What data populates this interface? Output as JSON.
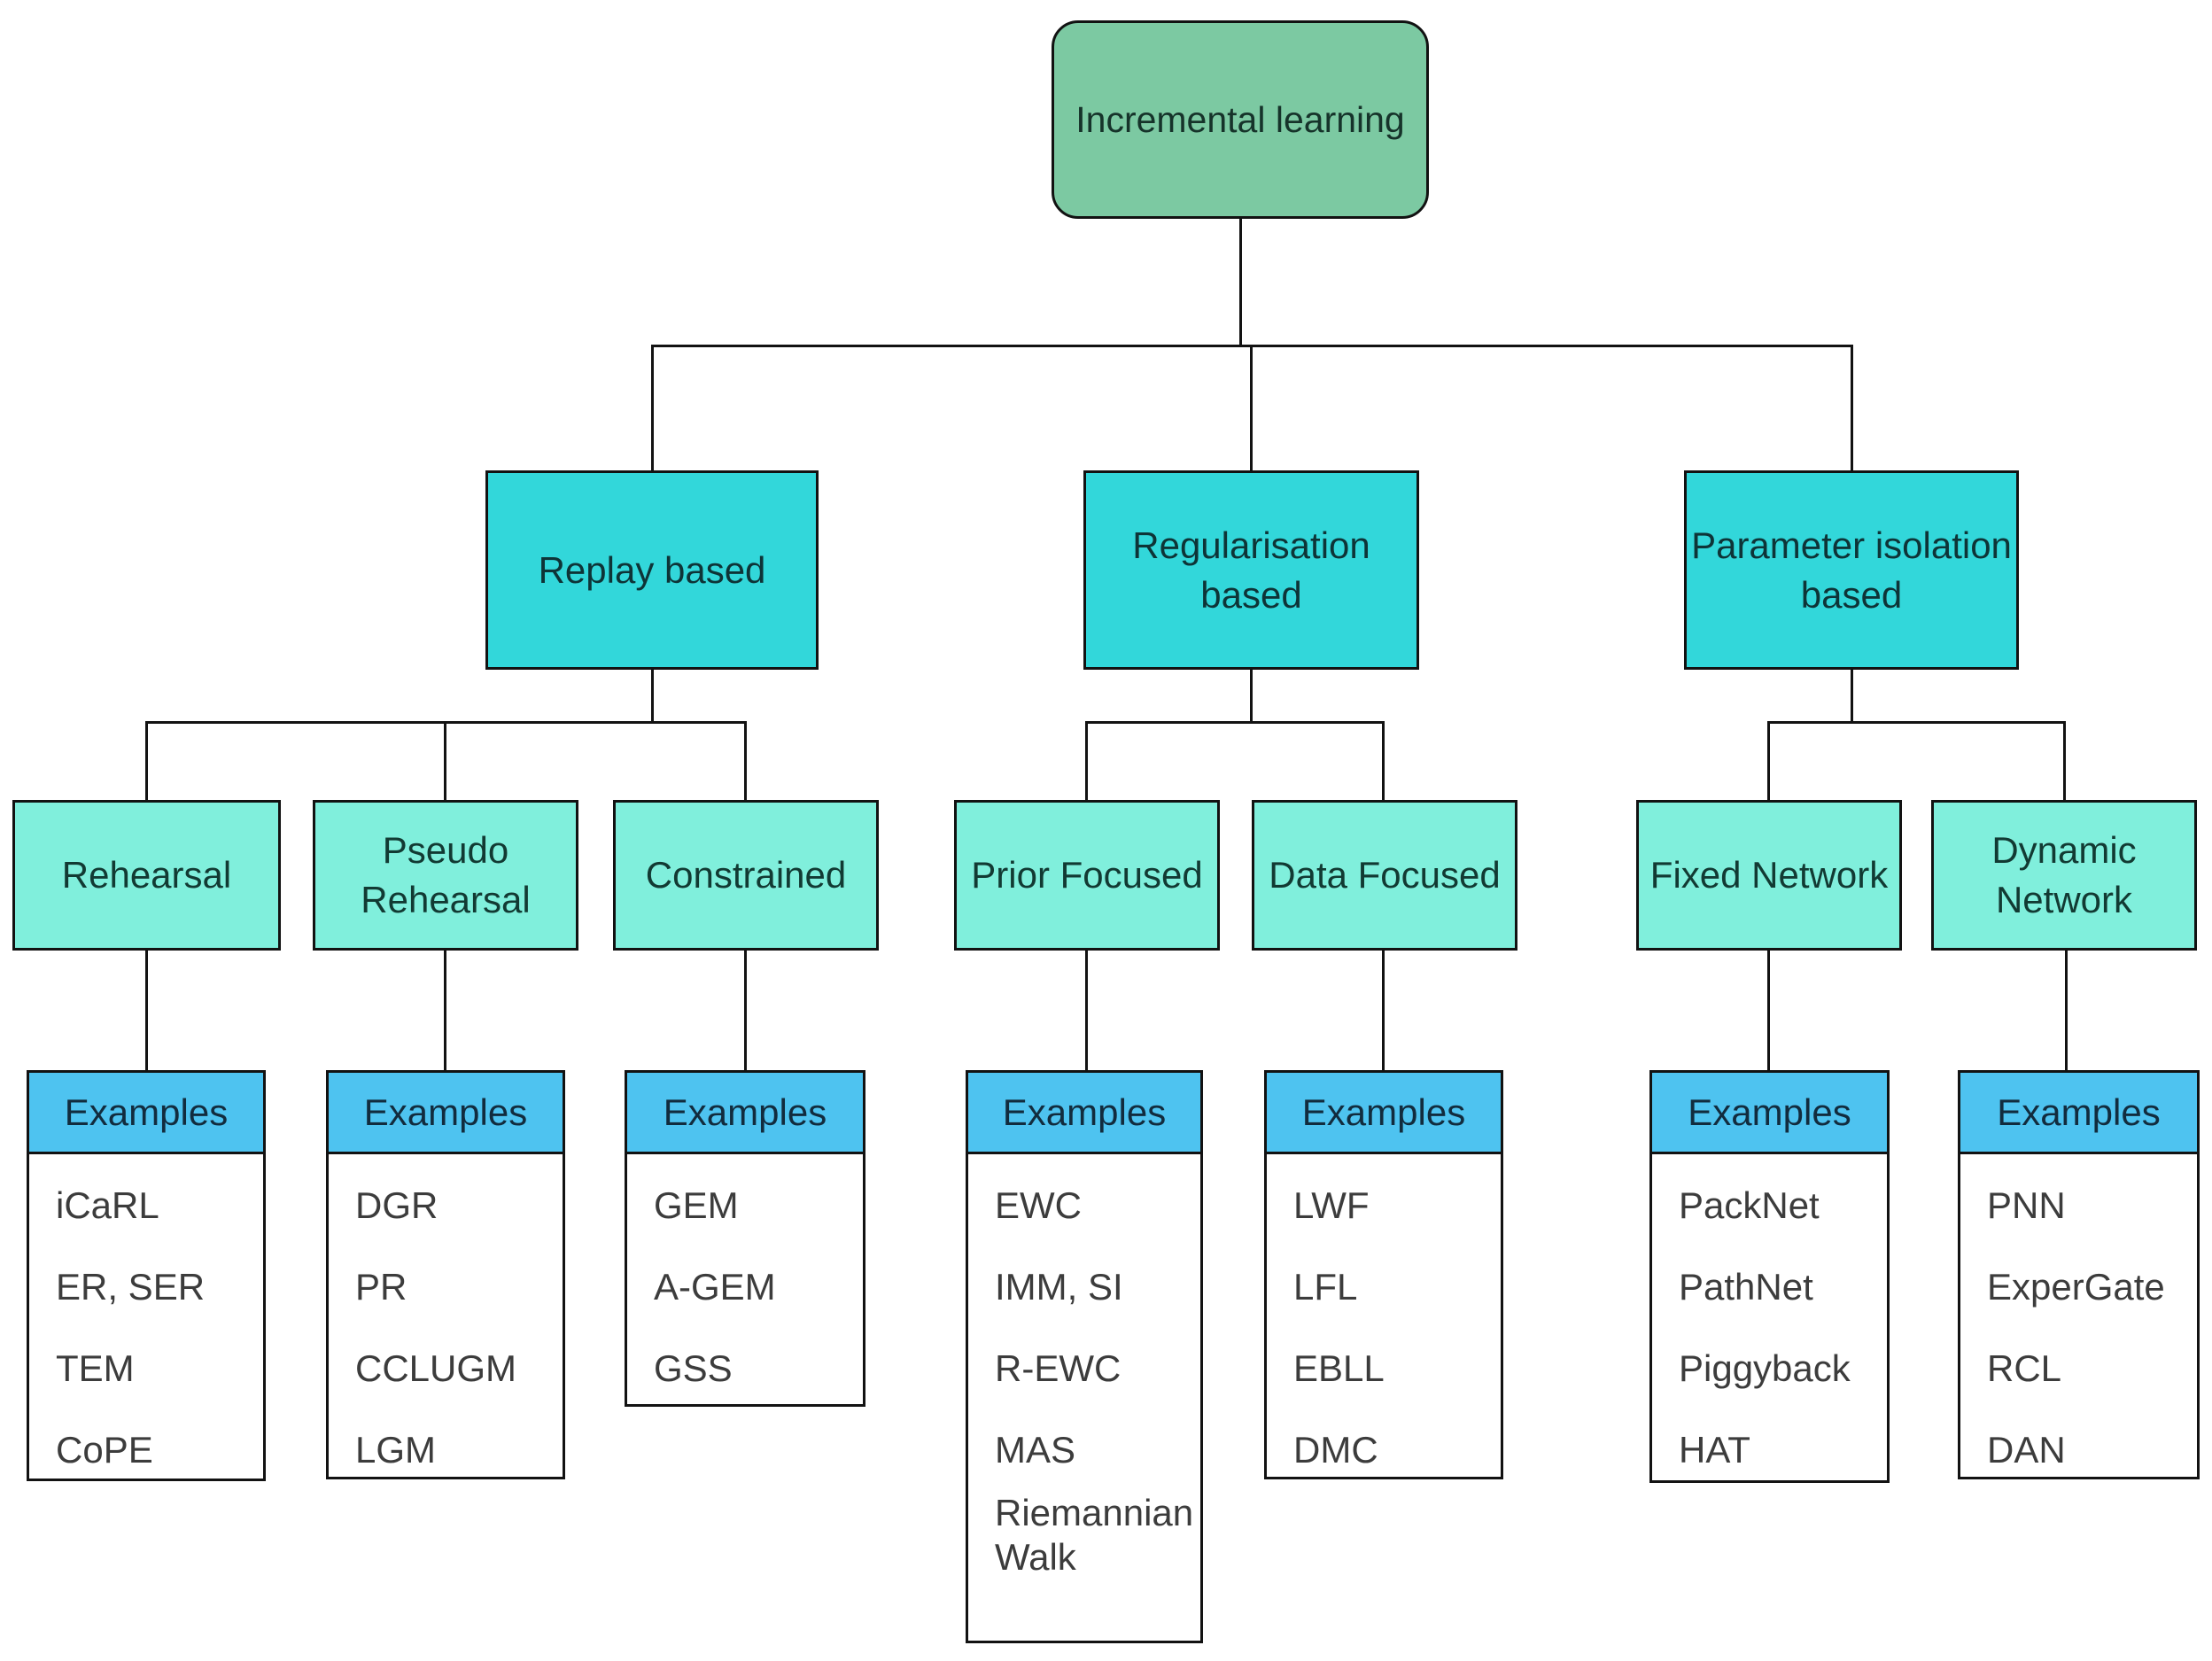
{
  "root": {
    "label": "Incremental learning"
  },
  "branches": [
    {
      "label": "Replay based"
    },
    {
      "label": "Regularisation based"
    },
    {
      "label": "Parameter isolation based"
    }
  ],
  "groups": [
    {
      "label": "Rehearsal",
      "examples_header": "Examples",
      "examples": [
        "iCaRL",
        "ER, SER",
        "TEM",
        "CoPE"
      ]
    },
    {
      "label": "Pseudo Rehearsal",
      "examples_header": "Examples",
      "examples": [
        "DGR",
        "PR",
        "CCLUGM",
        "LGM"
      ]
    },
    {
      "label": "Constrained",
      "examples_header": "Examples",
      "examples": [
        "GEM",
        "A-GEM",
        "GSS"
      ]
    },
    {
      "label": "Prior Focused",
      "examples_header": "Examples",
      "examples": [
        "EWC",
        "IMM, SI",
        "R-EWC",
        "MAS",
        "Riemannian Walk"
      ]
    },
    {
      "label": "Data Focused",
      "examples_header": "Examples",
      "examples": [
        "LWF",
        "LFL",
        "EBLL",
        "DMC"
      ]
    },
    {
      "label": "Fixed Network",
      "examples_header": "Examples",
      "examples": [
        "PackNet",
        "PathNet",
        "Piggyback",
        "HAT"
      ]
    },
    {
      "label": "Dynamic Network",
      "examples_header": "Examples",
      "examples": [
        "PNN",
        "ExperGate",
        "RCL",
        "DAN"
      ]
    }
  ],
  "colors": {
    "root_fill": "#7cc9a2",
    "branch_fill": "#32d7da",
    "group_fill": "#80efdc",
    "examples_header_fill": "#4ec3f0",
    "examples_body_fill": "#ffffff",
    "line_color": "#121212"
  }
}
